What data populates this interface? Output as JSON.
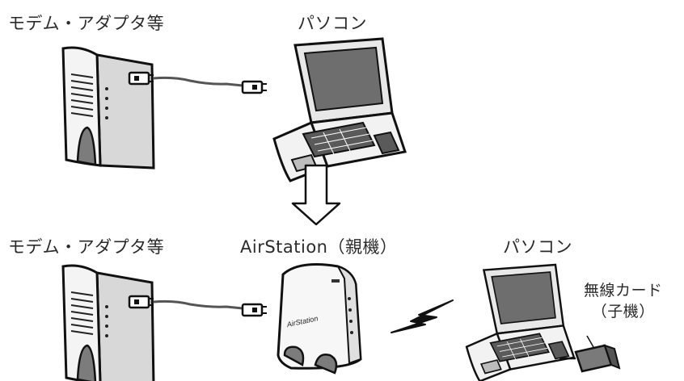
{
  "top_section": {
    "modem_label": "モデム・アダプタ等",
    "pc_label": "パソコン"
  },
  "bottom_section": {
    "modem_label": "モデム・アダプタ等",
    "airstation_label": "AirStation（親機）",
    "pc_label": "パソコン",
    "wireless_card_label_line1": "無線カード",
    "wireless_card_label_line2": "（子機）",
    "router_brand_text": "AirStation"
  },
  "arrow": {
    "direction": "down"
  }
}
